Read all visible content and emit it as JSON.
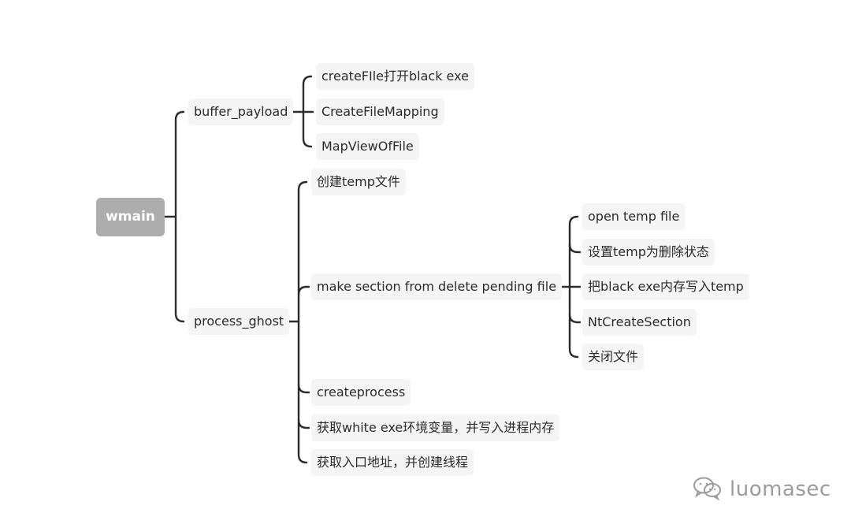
{
  "mindmap": {
    "root": "wmain",
    "buffer_payload": {
      "label": "buffer_payload",
      "children": [
        "createFIle打开black exe",
        "CreateFileMapping",
        "MapViewOfFile"
      ]
    },
    "process_ghost": {
      "label": "process_ghost",
      "children": [
        "创建temp文件",
        "make section from delete pending file",
        "createprocess",
        "获取white exe环境变量，并写入进程内存",
        "获取入口地址，并创建线程"
      ],
      "make_section_children": [
        "open temp file",
        "设置temp为删除状态",
        "把black exe内存写入temp",
        "NtCreateSection",
        "关闭文件"
      ]
    }
  },
  "watermark": {
    "text": "luomasec",
    "icon": "wechat-icon"
  },
  "colors": {
    "line": "#2b2b2b",
    "node_bg": "#f5f5f5",
    "root_bg": "#adadad",
    "watermark": "#9c9c9c"
  }
}
